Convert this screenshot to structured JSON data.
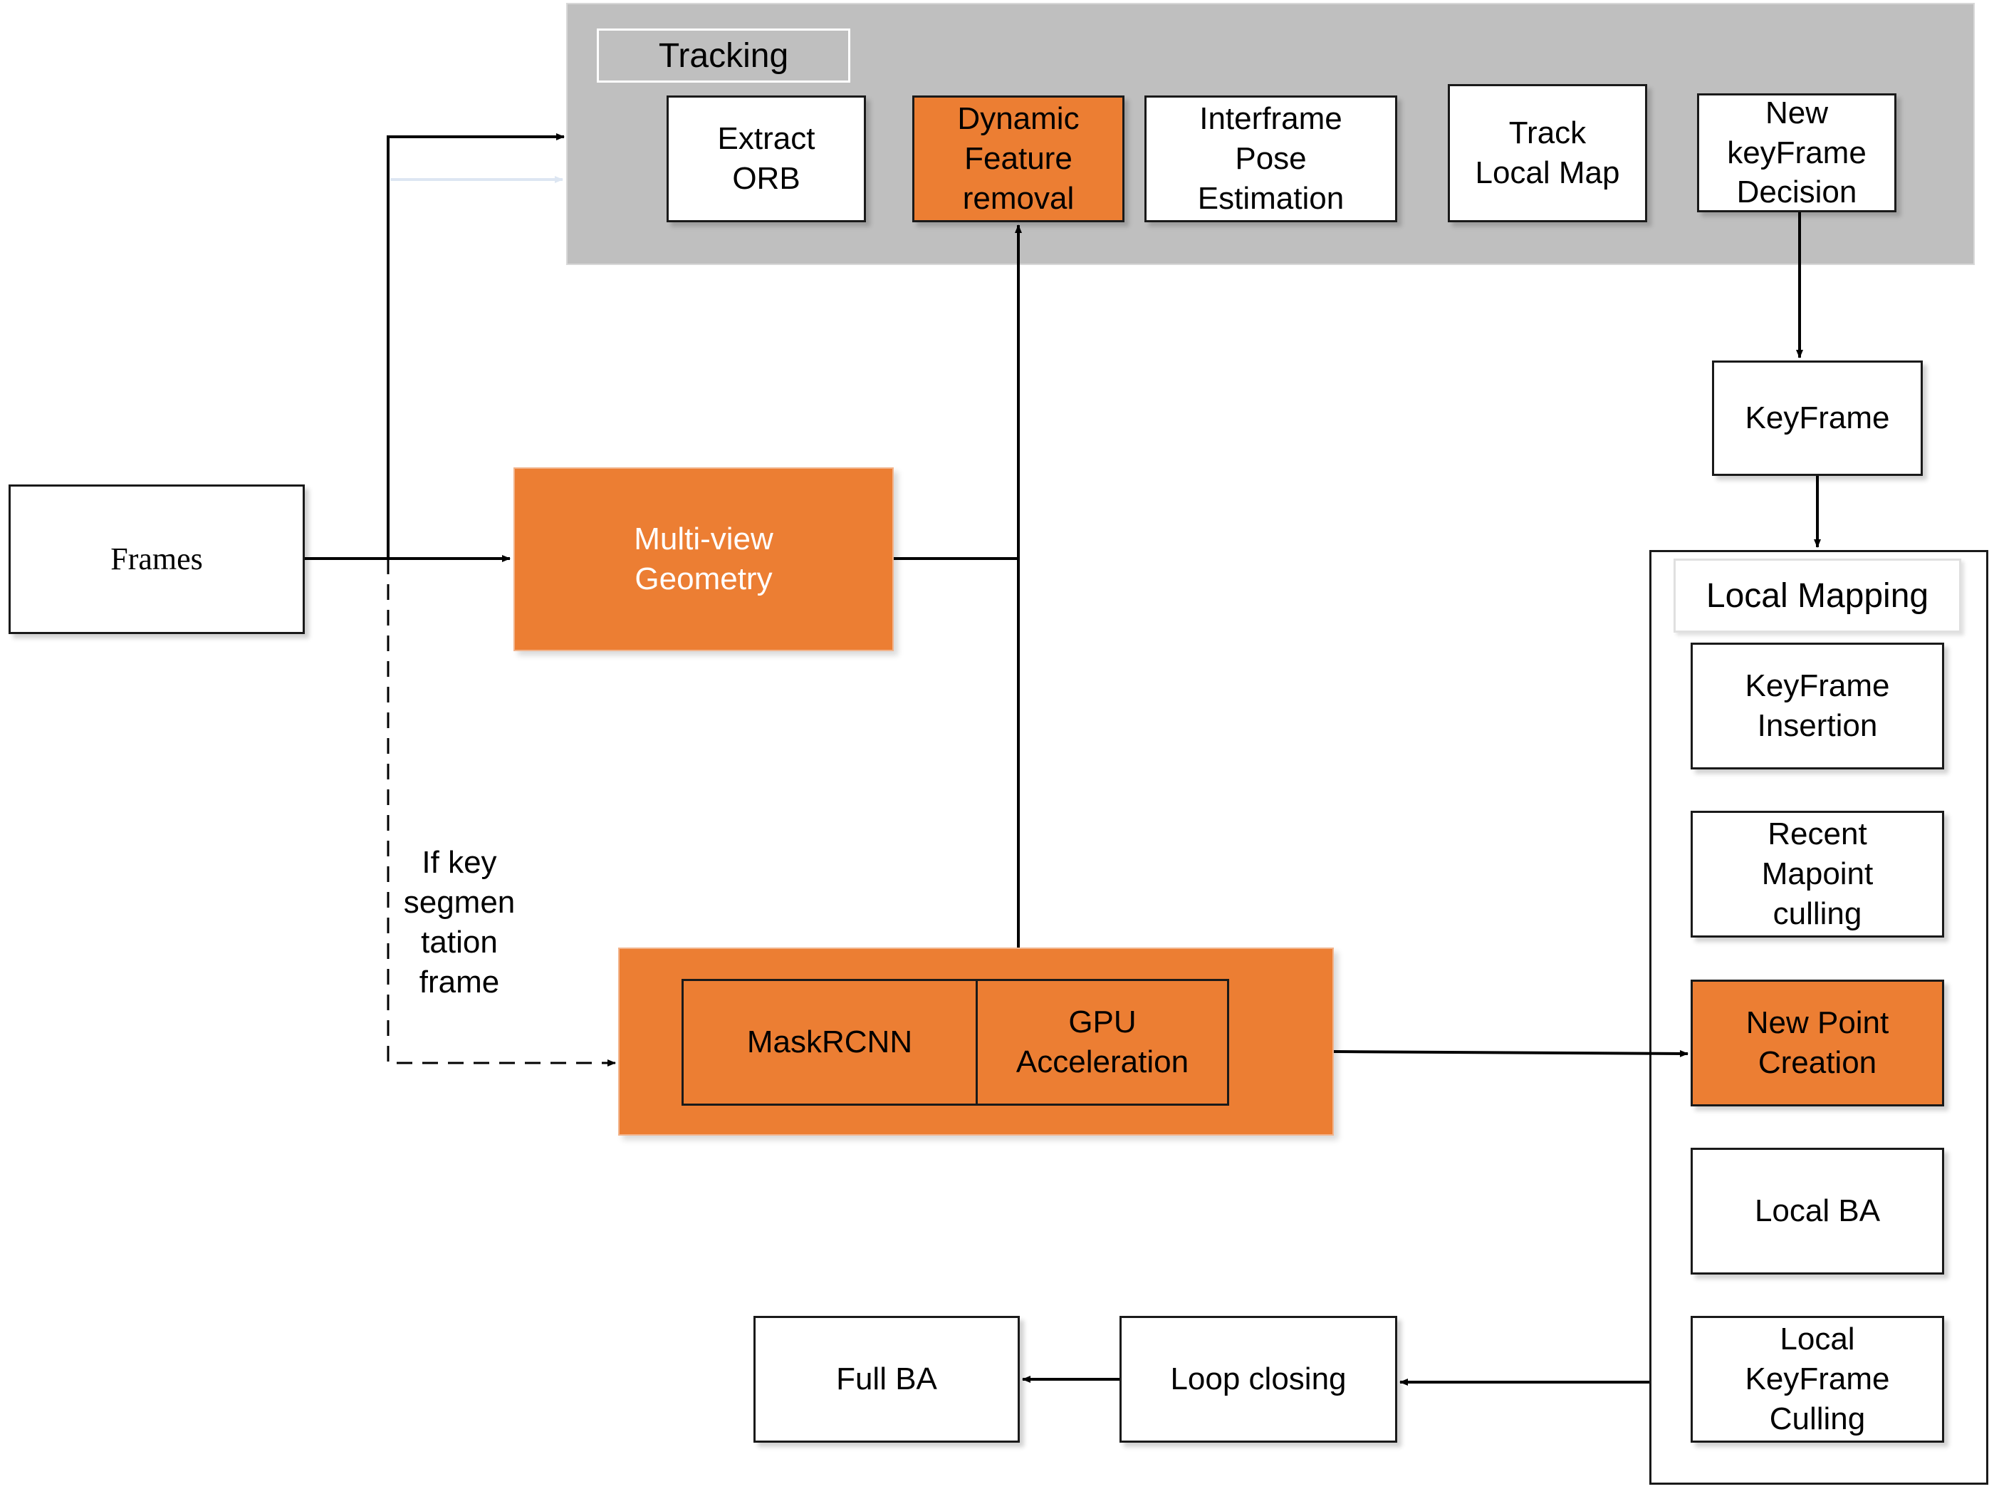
{
  "tracking": {
    "title": "Tracking",
    "steps": {
      "extract_orb": "Extract\nORB",
      "dynamic_feature_removal": "Dynamic\nFeature\nremoval",
      "interframe_pose": "Interframe\nPose\nEstimation",
      "track_local_map": "Track\nLocal Map",
      "new_keyframe_decision": "New\nkeyFrame\nDecision"
    }
  },
  "frames": "Frames",
  "multiview_geometry": "Multi-view\nGeometry",
  "keyframe": "KeyFrame",
  "segmentation_condition": "If key\nsegmen\ntation\nframe",
  "maskrcnn": "MaskRCNN",
  "gpu_acceleration": "GPU\nAcceleration",
  "local_mapping": {
    "title": "Local Mapping",
    "steps": {
      "keyframe_insertion": "KeyFrame\nInsertion",
      "recent_mapoint_culling": "Recent\nMapoint\nculling",
      "new_point_creation": "New Point\nCreation",
      "local_ba": "Local BA",
      "local_keyframe_culling": "Local\nKeyFrame\nCulling"
    }
  },
  "loop_closing": "Loop closing",
  "full_ba": "Full BA",
  "colors": {
    "orange": "#ec7e33",
    "panel_gray": "#bfbfbf",
    "line": "#000000"
  }
}
